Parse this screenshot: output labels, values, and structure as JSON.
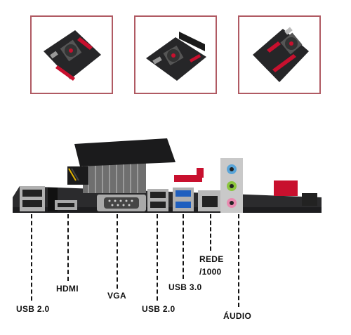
{
  "gallery": {
    "thumbnails": [
      {
        "name": "motherboard-angle-view-1"
      },
      {
        "name": "motherboard-angle-view-2"
      },
      {
        "name": "motherboard-angle-view-3"
      }
    ],
    "frame_color": "#b05a63"
  },
  "board": {
    "pcb_color": "#2b2b2d",
    "accent_color": "#c8102e",
    "labels": {
      "usb2_left": "USB 2.0",
      "hdmi": "HDMI",
      "vga": "VGA",
      "usb2_right": "USB 2.0",
      "usb3": "USB 3.0",
      "rede_line1": "REDE",
      "rede_line2": "/1000",
      "audio": "ÁUDIO"
    }
  }
}
